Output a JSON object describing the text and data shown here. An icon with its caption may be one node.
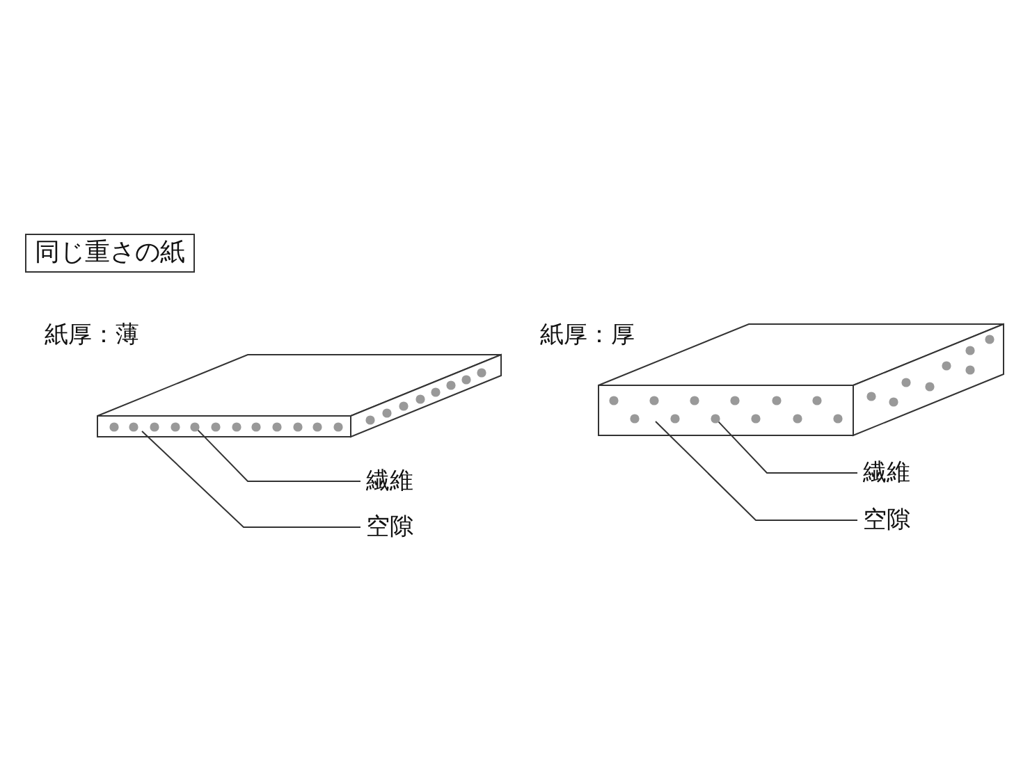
{
  "diagram": {
    "nodes": [
      {
        "text": [
          "同じ重さの紙"
        ]
      },
      {
        "text": [],
        "shape": "box"
      },
      {
        "text": [],
        "shape": "circle"
      },
      {
        "text": [
          "繊維"
        ]
      },
      {
        "text": [
          "空隙"
        ]
      },
      {
        "text": [],
        "shape": "box"
      },
      {
        "text": [],
        "shape": "circle"
      },
      {
        "text": [
          "繊維"
        ]
      },
      {
        "text": [
          "空隙"
        ]
      }
    ],
    "edges": [
      {
        "from": 3,
        "to": 2,
        "arrow": "none"
      },
      {
        "from": 4,
        "to": 1,
        "arrow": "none"
      },
      {
        "from": 7,
        "to": 6,
        "arrow": "none"
      },
      {
        "from": 8,
        "to": 5,
        "arrow": "none"
      }
    ],
    "labels": [
      "紙厚：薄",
      "紙厚：厚"
    ]
  }
}
